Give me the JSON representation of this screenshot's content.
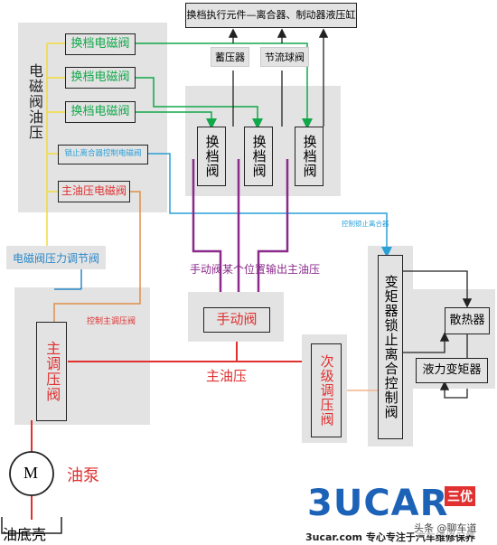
{
  "top_box": "换档执行元件—离合器、制动器液压缸",
  "accumulator": "蓄压器",
  "throttle_valve": "节流球阀",
  "side_label": "电磁阀油压",
  "shift_solenoids": [
    "换档电磁阀",
    "换档电磁阀",
    "换档电磁阀"
  ],
  "lockup_solenoid": "锁止离合器控制电磁阀",
  "main_pressure_solenoid": "主油压电磁阀",
  "solenoid_pressure_regulator": "电磁阀压力调节阀",
  "shift_valves": [
    "换档阀",
    "换档阀",
    "换档阀"
  ],
  "control_lockup_pressure": "控制锁止离合器",
  "manual_valve_note": "手动阀某个位置输出主油压",
  "control_main_regulator": "控制主调压阀",
  "manual_valve": "手动阀",
  "main_regulator": "主调压阀",
  "main_pressure": "主油压",
  "secondary_regulator": "次级调压阀",
  "lockup_control_valve": "变矩器锁止离合控制阀",
  "radiator": "散热器",
  "torque_converter": "液力变矩器",
  "motor_symbol": "M",
  "oil_pump": "油泵",
  "oil_pan": "油底壳",
  "logo_text": "3UCAR",
  "logo_badge": "三优",
  "footer_text": "3ucar.com 专心专注于汽车维修保养",
  "watermark": "头条 @聊车道",
  "colors": {
    "green": "#11a84a",
    "red": "#e03030",
    "purple": "#8a2a8a",
    "blue": "#2aa0d8",
    "yellow": "#f2dc3a",
    "orange": "#e0904a",
    "logo_blue": "#1c63b8"
  }
}
